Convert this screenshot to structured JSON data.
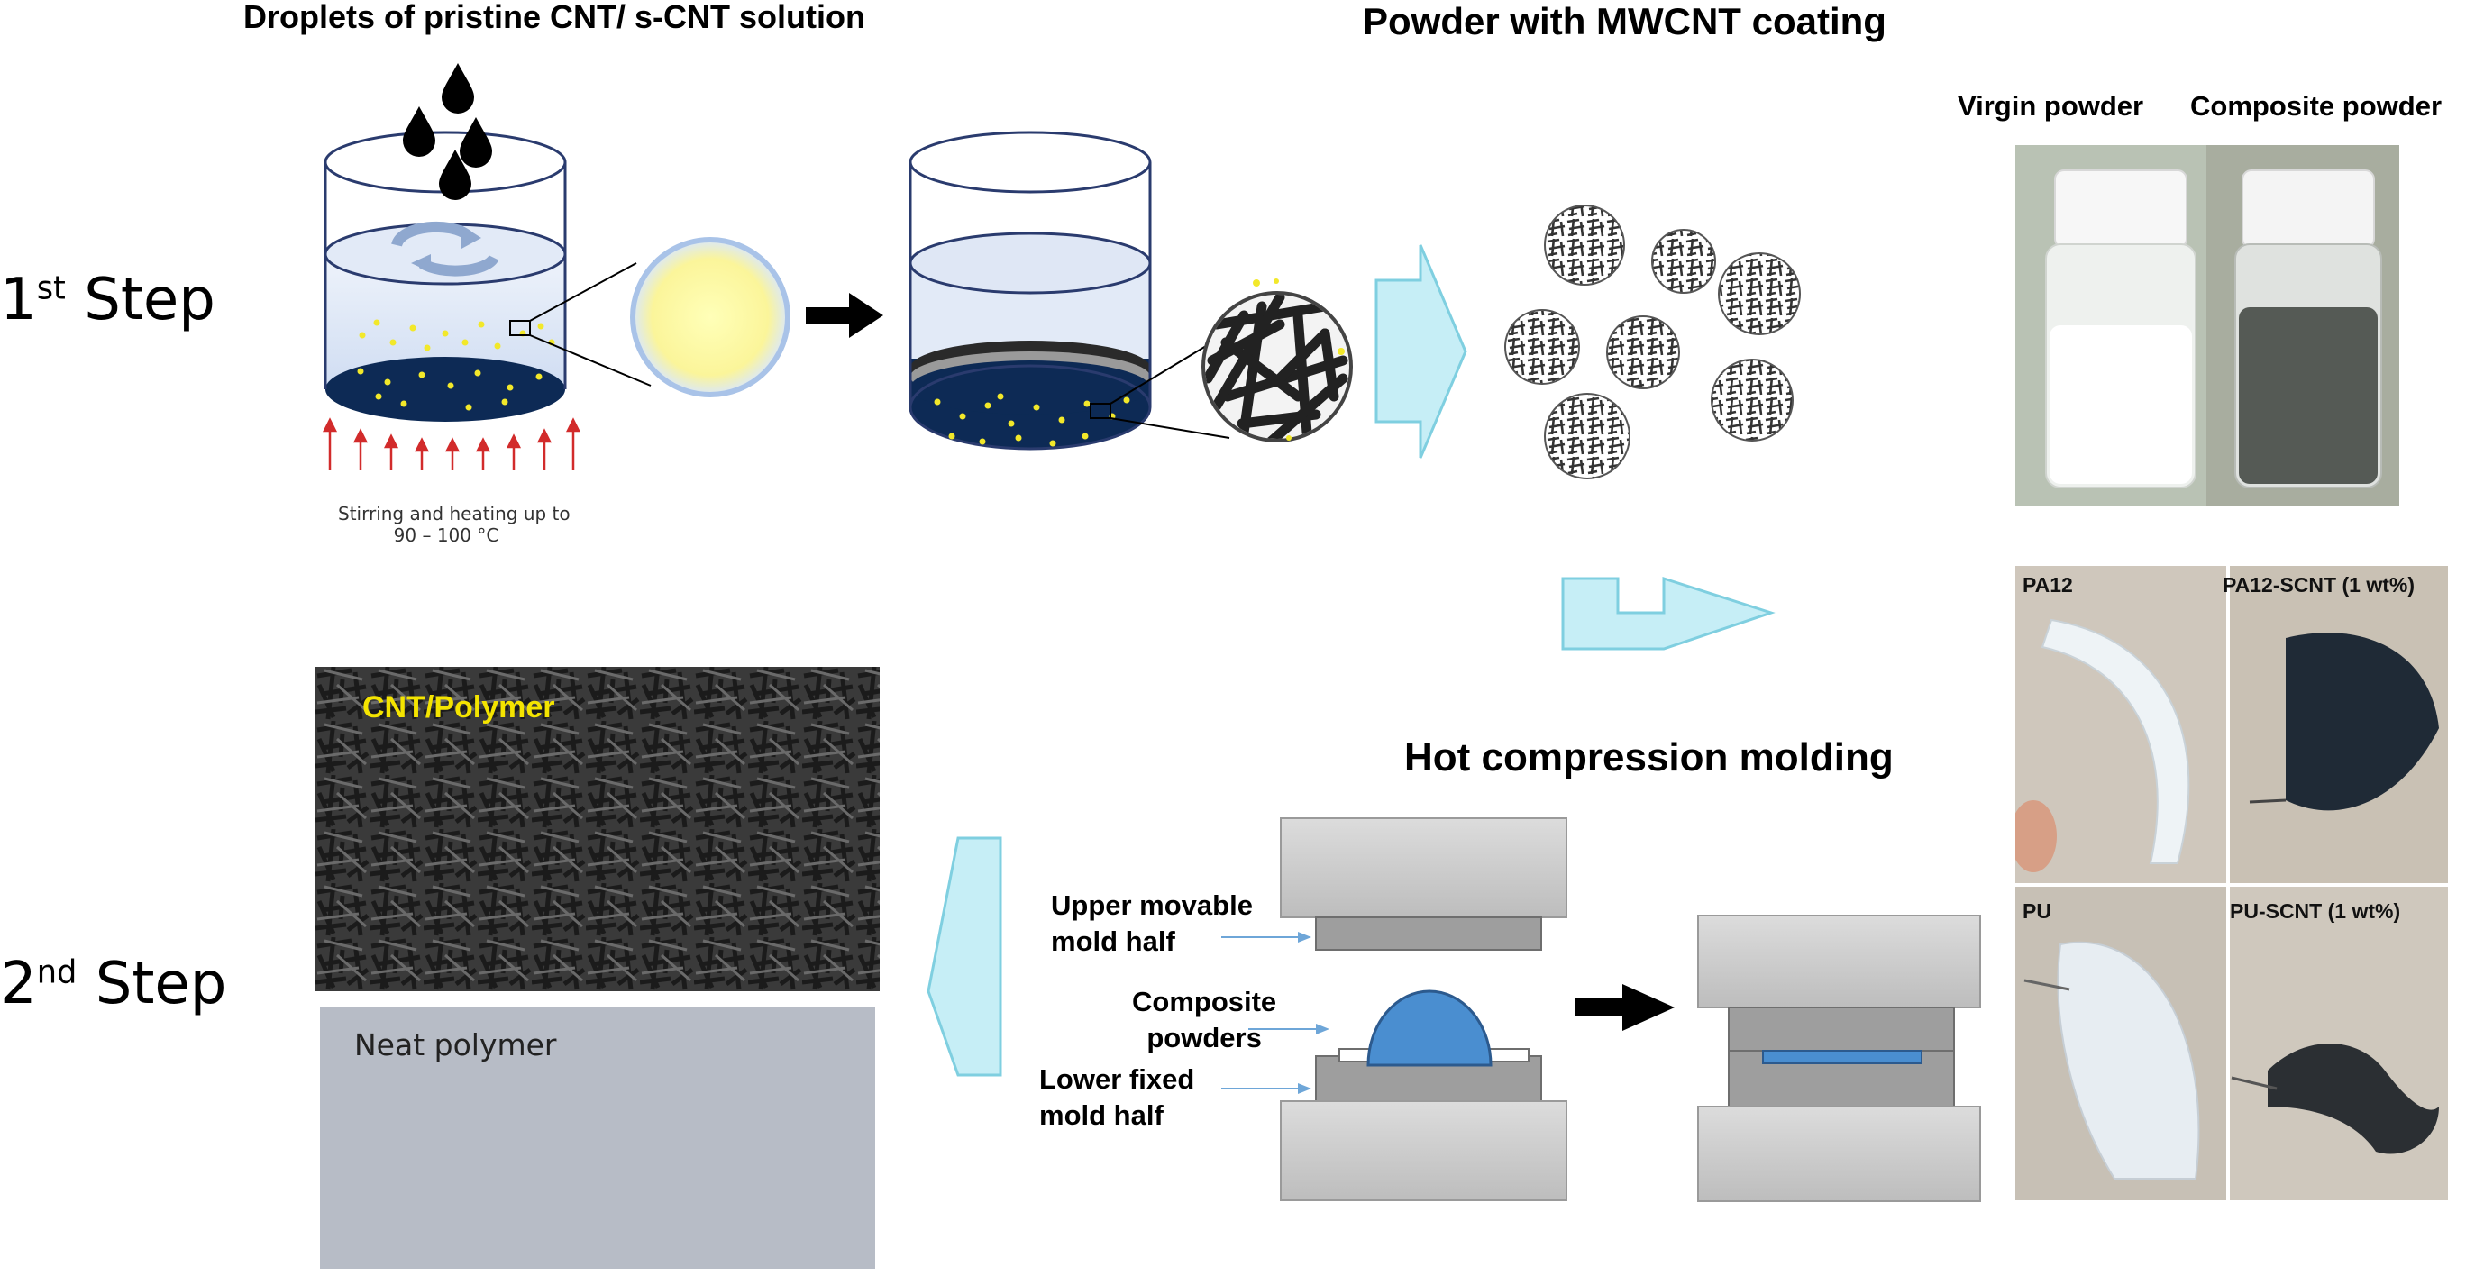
{
  "labels": {
    "droplets_title": "Droplets of pristine CNT/ s-CNT solution",
    "powder_title": "Powder with MWCNT coating",
    "stirring_line1": "Stirring and heating up to",
    "stirring_line2": "90 – 100 °C",
    "step1_num": "1",
    "step1_sup": "st",
    "step1_word": "Step",
    "step2_num": "2",
    "step2_sup": "nd",
    "step2_word": "Step",
    "hot_compression": "Hot compression molding",
    "upper_mold_line1": "Upper movable",
    "upper_mold_line2": "mold half",
    "composite_line1": "Composite",
    "composite_line2": "powders",
    "lower_mold_line1": "Lower fixed",
    "lower_mold_line2": "mold half",
    "cnt_polymer": "CNT/Polymer",
    "neat_polymer": "Neat polymer"
  },
  "photos": {
    "virgin_powder": "Virgin powder",
    "composite_powder": "Composite powder",
    "pa12": "PA12",
    "pa12_scnt": "PA12-SCNT (1 wt%)",
    "pu": "PU",
    "pu_scnt": "PU-SCNT (1 wt%)"
  },
  "colors": {
    "arrow_light_blue": "#bfeaf3",
    "arrow_outline": "#7fcfe0",
    "liquid_dark": "#0d2a55",
    "particle_yellow": "#f2e82a",
    "composite_blue": "#4a8ed0",
    "mold_grey": "#c8c8c8",
    "neat_polymer_grey": "#b7bcc6",
    "cnt_label_yellow": "#f4e400",
    "heat_arrow_red": "#d22b2b"
  }
}
